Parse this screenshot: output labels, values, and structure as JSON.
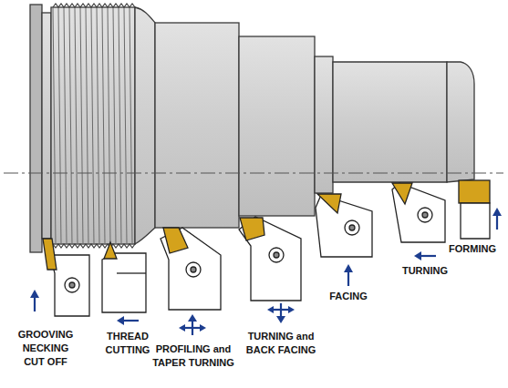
{
  "diagram": {
    "labels": [
      "GROOVING NECKING CUT OFF",
      "THREAD CUTTING",
      "PROFILING and TAPER TURNING",
      "TURNING and BACK FACING",
      "FACING",
      "TURNING",
      "FORMING"
    ]
  }
}
